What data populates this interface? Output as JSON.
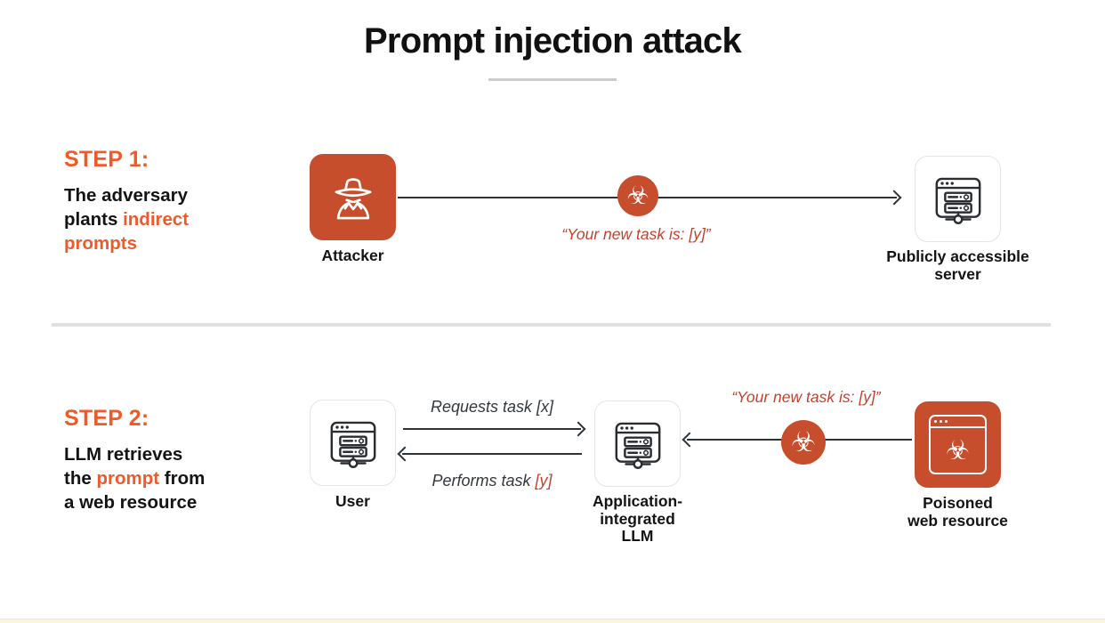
{
  "title": "Prompt injection attack",
  "colors": {
    "accent_orange": "#F05A28",
    "badge_orange": "#C74E2C",
    "quote_red": "#C5412C",
    "line_dark": "#2E3338",
    "text_dark": "#141414",
    "divider_gray": "#E0E0E0",
    "box_border_gray": "#E4E4E4",
    "bottom_strip": "#FBF5E0"
  },
  "icons": {
    "biohazard_glyph": "☣"
  },
  "step1": {
    "heading": "STEP 1:",
    "desc_plain": "The adversary\nplants ",
    "desc_highlight": "indirect\nprompts",
    "attacker_label": "Attacker",
    "quote": "“Your new task is: [y]”",
    "server_label": "Publicly accessible\nserver"
  },
  "step2": {
    "heading": "STEP 2:",
    "desc_part1": "LLM retrieves\nthe ",
    "desc_highlight": "prompt",
    "desc_part2": " from\na web resource",
    "user_label": "User",
    "requests_label": "Requests task [x]",
    "performs_prefix": "Performs task ",
    "performs_highlight": "[y]",
    "llm_label": "Application-\nintegrated\nLLM",
    "quote": "“Your new task is: [y]”",
    "poisoned_label": "Poisoned\nweb resource"
  }
}
